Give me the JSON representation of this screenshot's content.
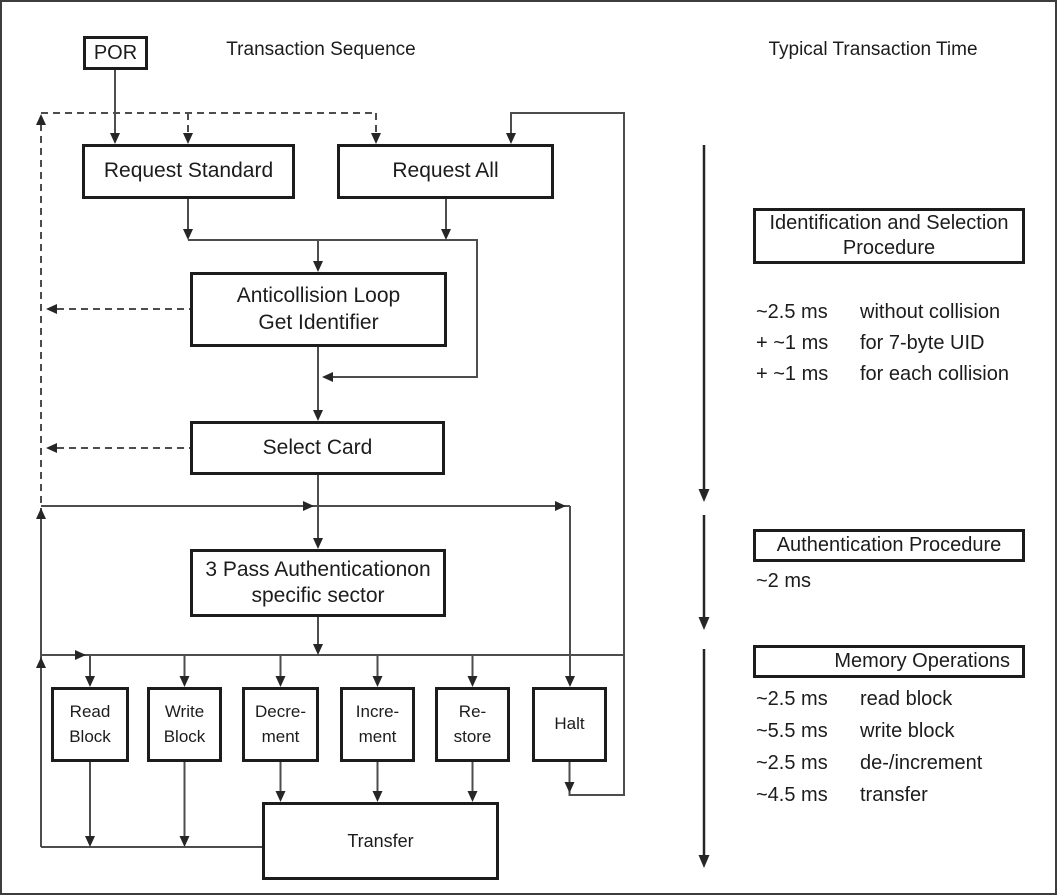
{
  "titles": {
    "left": "Transaction Sequence",
    "right": "Typical Transaction Time"
  },
  "nodes": {
    "por": "POR",
    "request_standard": "Request Standard",
    "request_all": "Request All",
    "anticollision_line1": "Anticollision Loop",
    "anticollision_line2": "Get Identifier",
    "select_card": "Select Card",
    "three_pass_line1": "3 Pass Authenticationon",
    "three_pass_line2": "specific sector",
    "read_line1": "Read",
    "read_line2": "Block",
    "write_line1": "Write",
    "write_line2": "Block",
    "decrement_line1": "Decre-",
    "decrement_line2": "ment",
    "increment_line1": "Incre-",
    "increment_line2": "ment",
    "restore_line1": "Re-",
    "restore_line2": "store",
    "halt": "Halt",
    "transfer": "Transfer"
  },
  "timing": {
    "identification": {
      "title_line1": "Identification and Selection",
      "title_line2": "Procedure",
      "rows": [
        {
          "value": "~2.5 ms",
          "label": "without collision"
        },
        {
          "value": "+ ~1 ms",
          "label": "for 7-byte UID"
        },
        {
          "value": "+ ~1 ms",
          "label": "for each collision"
        }
      ]
    },
    "authentication": {
      "title": "Authentication Procedure",
      "value": "~2 ms"
    },
    "memory": {
      "title": "Memory Operations",
      "rows": [
        {
          "value": "~2.5 ms",
          "label": "read block"
        },
        {
          "value": "~5.5 ms",
          "label": "write block"
        },
        {
          "value": "~2.5 ms",
          "label": "de-/increment"
        },
        {
          "value": "~4.5 ms",
          "label": "transfer"
        }
      ]
    }
  },
  "colors": {
    "background": "#ffffff",
    "line": "#4d4d4d",
    "arrow": "#262626",
    "border": "#1c1c1c",
    "text": "#1c1c1c"
  }
}
